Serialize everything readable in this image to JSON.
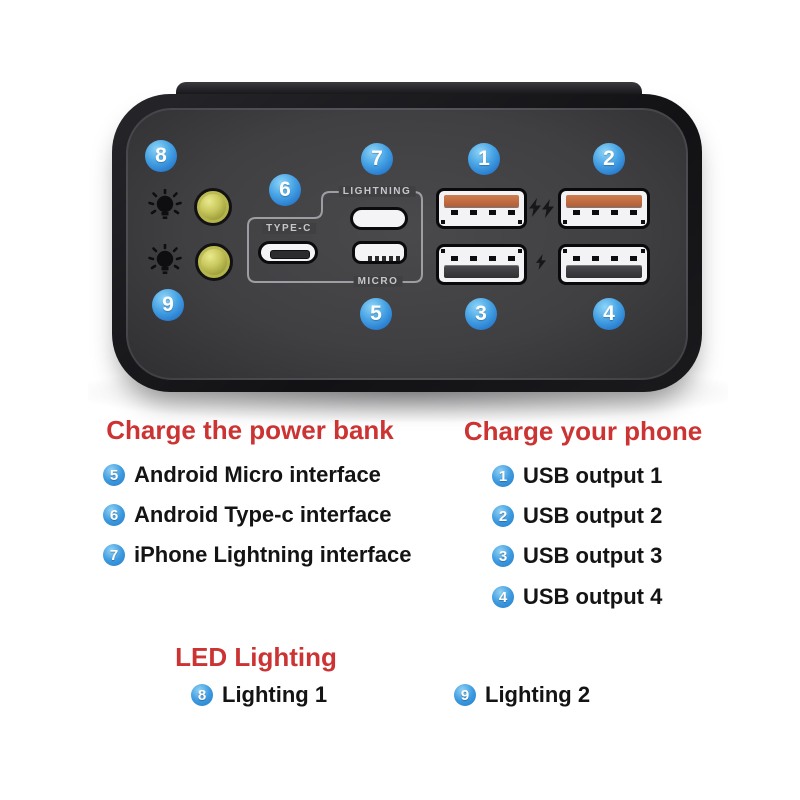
{
  "device": {
    "port_labels": {
      "lightning": "LIGHTNING",
      "type_c": "TYPE-C",
      "micro": "MICRO"
    },
    "callouts": {
      "c1": "1",
      "c2": "2",
      "c3": "3",
      "c4": "4",
      "c5": "5",
      "c6": "6",
      "c7": "7",
      "c8": "8",
      "c9": "9"
    }
  },
  "legend": {
    "sections": [
      {
        "title": "Charge the power bank",
        "items": [
          {
            "num": "5",
            "label": "Android Micro interface"
          },
          {
            "num": "6",
            "label": "Android Type-c interface"
          },
          {
            "num": "7",
            "label": "iPhone Lightning interface"
          }
        ]
      },
      {
        "title": "Charge your phone",
        "items": [
          {
            "num": "1",
            "label": "USB output 1"
          },
          {
            "num": "2",
            "label": "USB output 2"
          },
          {
            "num": "3",
            "label": "USB output 3"
          },
          {
            "num": "4",
            "label": "USB output 4"
          }
        ]
      },
      {
        "title": "LED Lighting",
        "items": [
          {
            "num": "8",
            "label": "Lighting 1"
          },
          {
            "num": "9",
            "label": "Lighting 2"
          }
        ]
      }
    ]
  },
  "colors": {
    "heading_red": "#cc3333",
    "callout_blue": "#2e8fd8",
    "fast_charge_orange": "#c0703f",
    "led_yellow": "#b9b94e",
    "body_dark": "#404043",
    "text_black": "#141414"
  }
}
